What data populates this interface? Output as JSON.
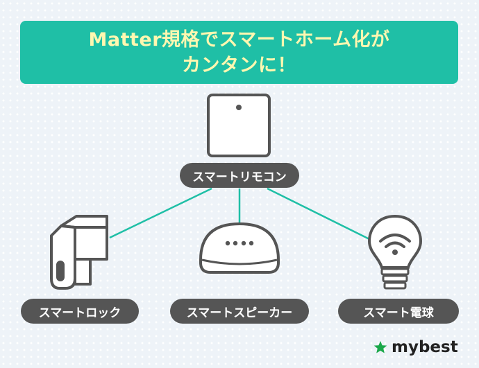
{
  "title": {
    "line1": "Matter規格でスマートホーム化が",
    "line2": "カンタンに！"
  },
  "nodes": {
    "hub": "スマートリモコン",
    "lock": "スマートロック",
    "speaker": "スマートスピーカー",
    "bulb": "スマート電球"
  },
  "brand": {
    "name": "mybest",
    "icon": "star-icon"
  },
  "colors": {
    "accent": "#1fbfa6",
    "title_text": "#fff7b0",
    "label_bg": "#555555",
    "brand_star": "#1aa84a"
  }
}
